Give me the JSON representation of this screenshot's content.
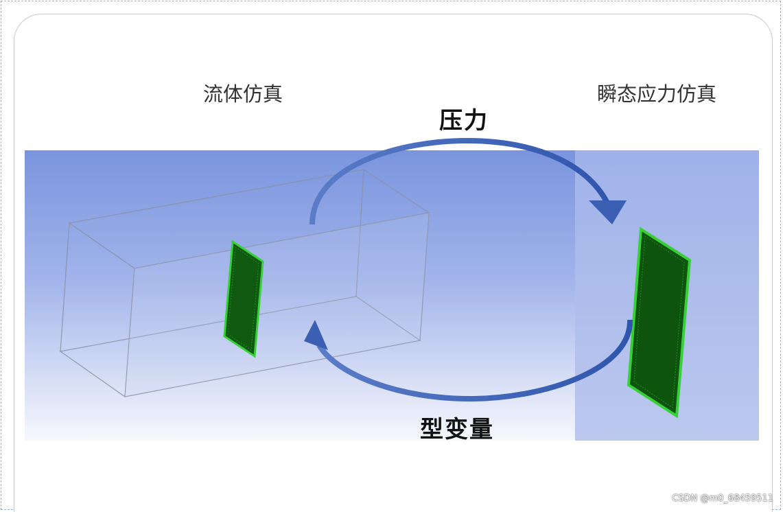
{
  "labels": {
    "fluid_simulation": "流体仿真",
    "transient_stress_simulation": "瞬态应力仿真",
    "pressure": "压力",
    "deformation": "型变量"
  },
  "watermark": "CSDN @m0_68459511",
  "colors": {
    "background_top": "#7b97df",
    "background_bottom": "#ffffff",
    "right_panel": "#a8b9e8",
    "arrow": "#3f63b6",
    "plate_fill": "#0f5a10",
    "plate_edge": "#36d436",
    "box_edge": "#8b93a8"
  }
}
